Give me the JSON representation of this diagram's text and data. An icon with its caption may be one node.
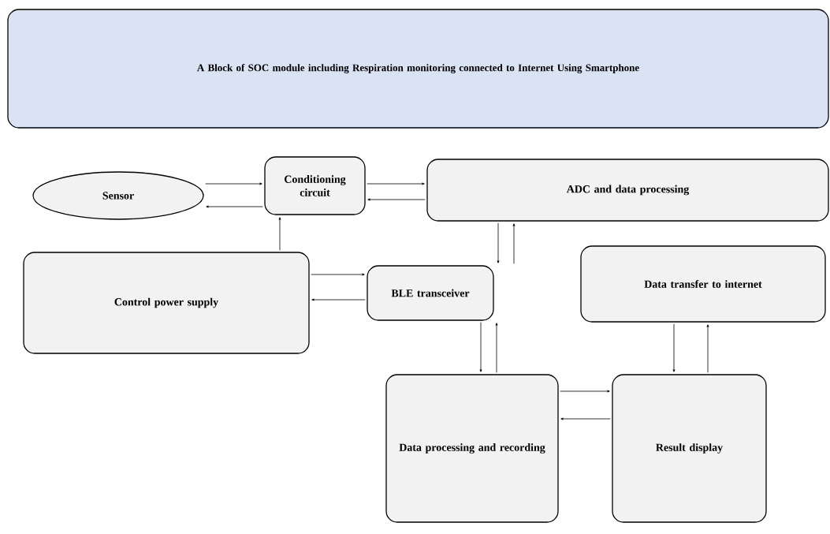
{
  "diagram": {
    "nodes": [
      {
        "text": [
          "A Block of SOC module including Respiration monitoring connected to Internet Using Smartphone"
        ]
      },
      {
        "text": [
          "Sensor"
        ]
      },
      {
        "text": [
          "Conditioning circuit"
        ]
      },
      {
        "text": [
          "ADC and data processing"
        ]
      },
      {
        "text": [
          "Control power supply"
        ]
      },
      {
        "text": [
          "BLE transceiver"
        ]
      },
      {
        "text": [
          "Data transfer to internet"
        ]
      },
      {
        "text": [
          "Data processing and recording"
        ]
      },
      {
        "text": [
          "Result display"
        ]
      }
    ],
    "edges": [
      {
        "from": 1,
        "to": 2,
        "arrow": "to"
      },
      {
        "from": 2,
        "to": 1,
        "arrow": "to"
      },
      {
        "from": 2,
        "to": 3,
        "arrow": "to"
      },
      {
        "from": 3,
        "to": 2,
        "arrow": "to"
      },
      {
        "from": 4,
        "to": 2,
        "arrow": "to"
      },
      {
        "from": 3,
        "to": 5,
        "arrow": "to"
      },
      {
        "from": 5,
        "to": 3,
        "arrow": "to"
      },
      {
        "from": 4,
        "to": 5,
        "arrow": "to"
      },
      {
        "from": 5,
        "to": 4,
        "arrow": "to"
      },
      {
        "from": 5,
        "to": 7,
        "arrow": "to"
      },
      {
        "from": 7,
        "to": 5,
        "arrow": "to"
      },
      {
        "from": 7,
        "to": 8,
        "arrow": "to"
      },
      {
        "from": 8,
        "to": 7,
        "arrow": "to"
      },
      {
        "from": 6,
        "to": 8,
        "arrow": "to"
      },
      {
        "from": 8,
        "to": 6,
        "arrow": "to"
      }
    ]
  }
}
